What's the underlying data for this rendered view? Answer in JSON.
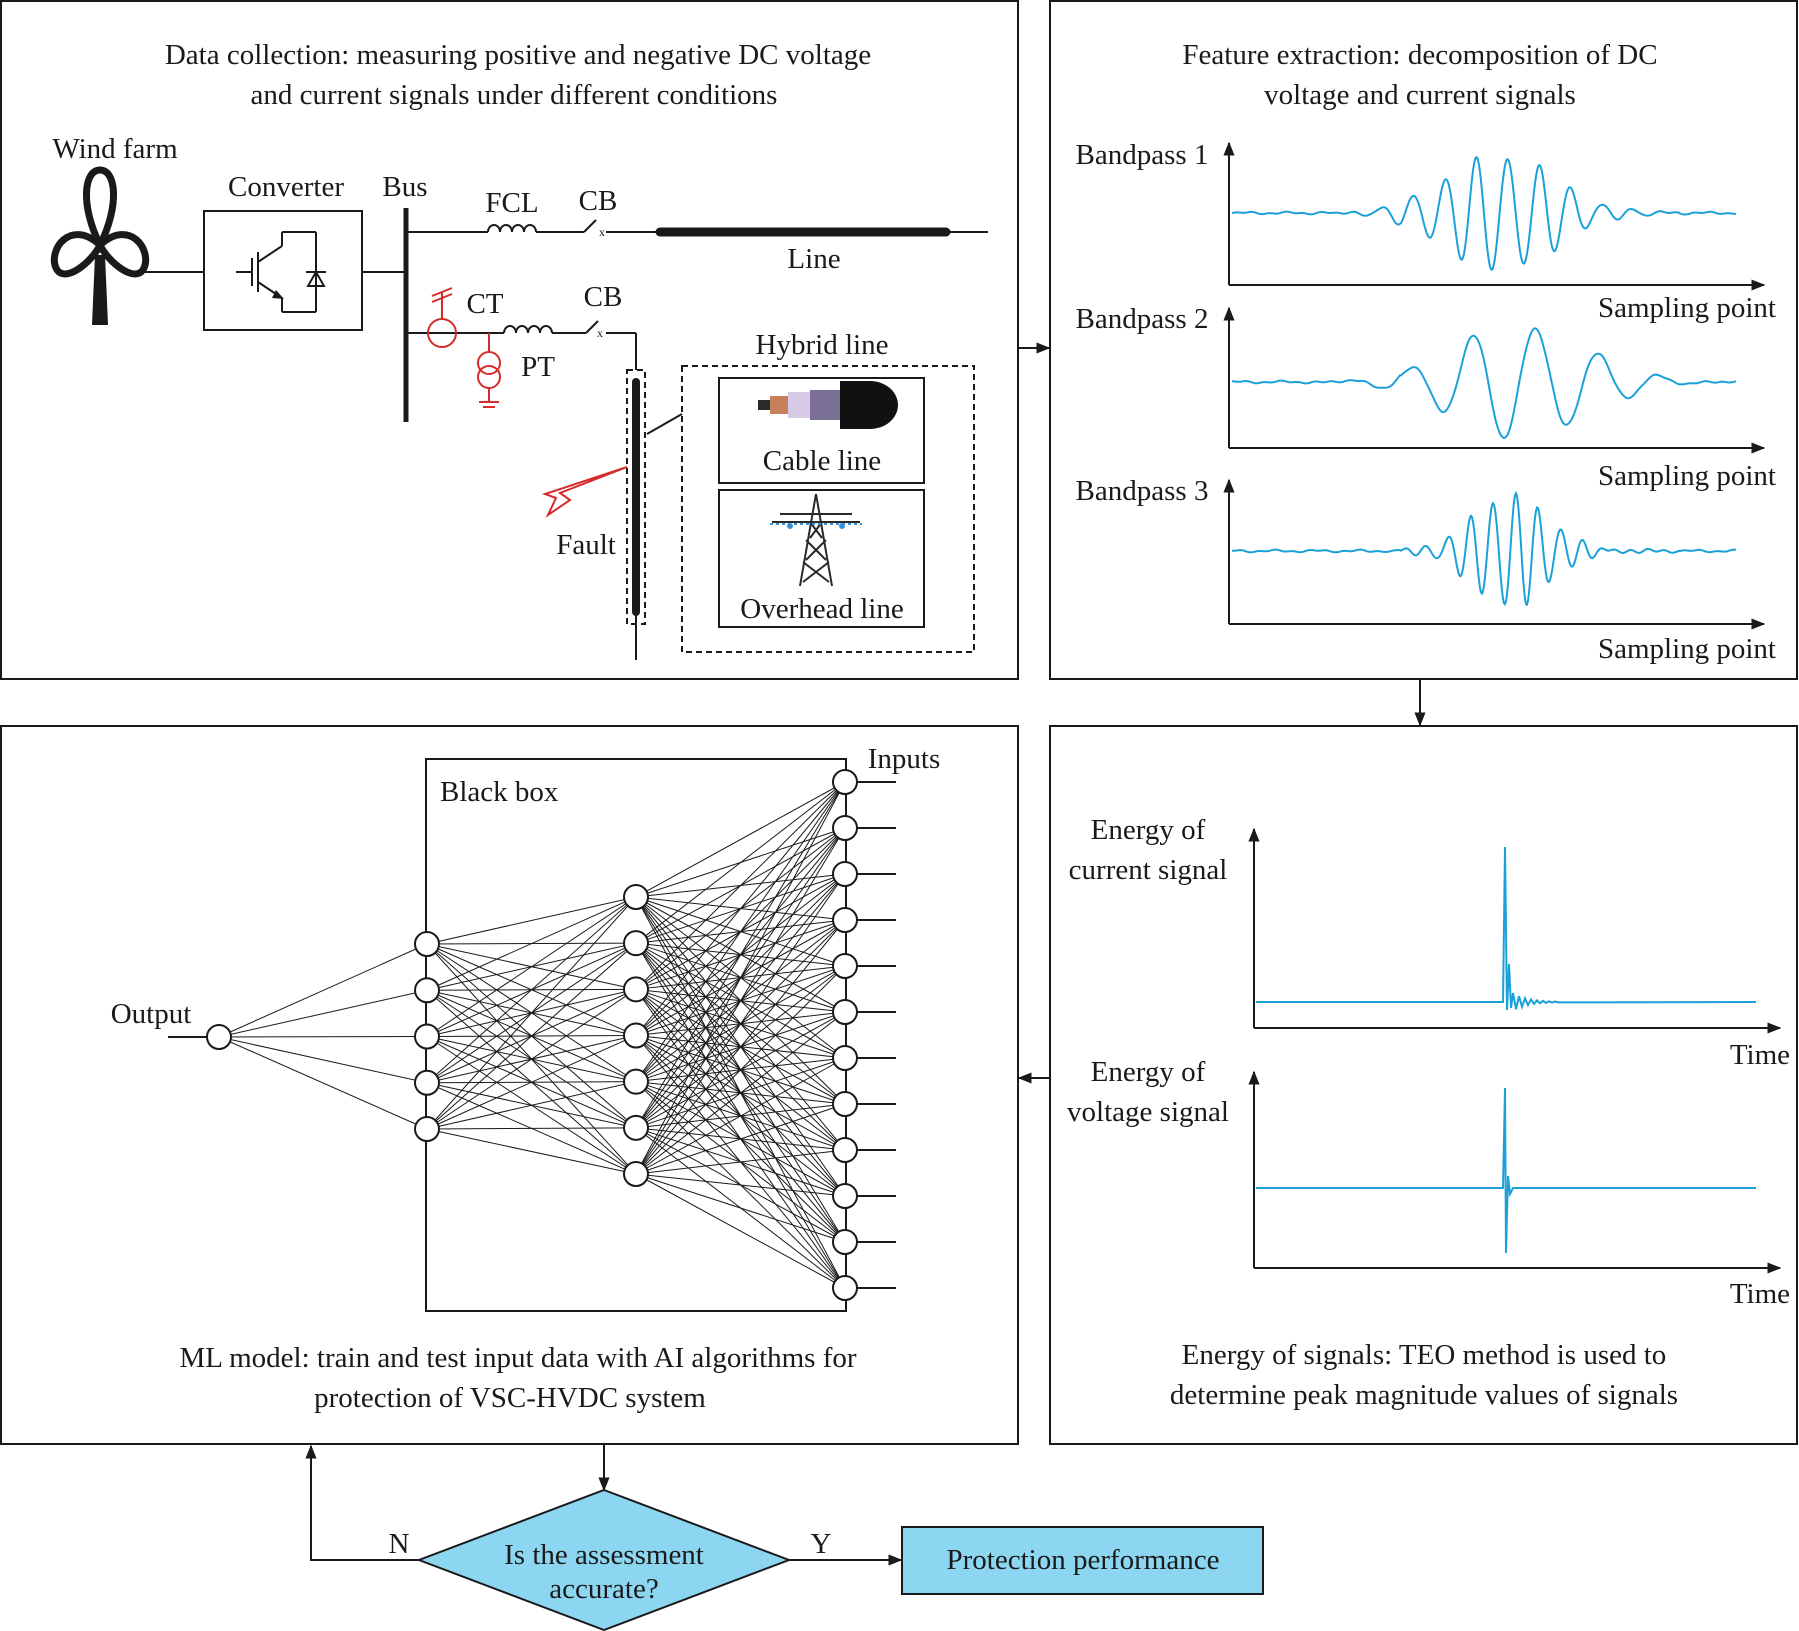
{
  "panels": {
    "data_collection": {
      "title_line1": "Data collection: measuring positive and negative  DC voltage",
      "title_line2": "and current signals under different conditions"
    },
    "feature_extraction": {
      "title_line1": "Feature extraction: decomposition of DC",
      "title_line2": "voltage and current signals"
    },
    "energy": {
      "caption_line1": "Energy of signals: TEO method is used to",
      "caption_line2": "determine peak magnitude values of signals"
    },
    "ml_model": {
      "caption_line1": "ML model: train and test input data with AI algorithms for",
      "caption_line2": "protection of VSC-HVDC system"
    }
  },
  "circuit": {
    "wind_farm": "Wind farm",
    "converter": "Converter",
    "bus": "Bus",
    "fcl": "FCL",
    "cb_top": "CB",
    "cb_bottom": "CB",
    "line": "Line",
    "ct": "CT",
    "pt": "PT",
    "hybrid_line": "Hybrid line",
    "cable_line": "Cable line",
    "overhead_line": "Overhead line",
    "fault": "Fault"
  },
  "bandpass": {
    "labels": [
      "Bandpass 1",
      "Bandpass 2",
      "Bandpass 3"
    ],
    "xlabel": "Sampling point"
  },
  "energy_plots": {
    "current_line1": "Energy of",
    "current_line2": "current signal",
    "voltage_line1": "Energy of",
    "voltage_line2": "voltage signal",
    "xlabel": "Time"
  },
  "network": {
    "black_box": "Black box",
    "inputs": "Inputs",
    "output": "Output",
    "layers": [
      12,
      7,
      5,
      1
    ]
  },
  "decision": {
    "line1": "Is the assessment",
    "line2": "accurate?",
    "no": "N",
    "yes": "Y",
    "result": "Protection performance"
  },
  "colors": {
    "signal": "#1ba1d9",
    "fill_blue": "#8dd6f2",
    "sensor_red": "#d62b2b",
    "ink": "#1a1a1a"
  }
}
